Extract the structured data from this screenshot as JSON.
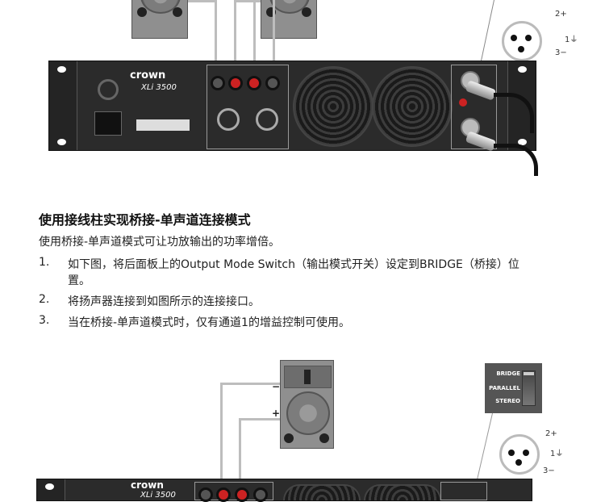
{
  "top_diagram": {
    "brand": "crown",
    "model": "XLi 3500",
    "xlr_pins": {
      "pin2": "2+",
      "pin1": "1⏚",
      "pin3": "3−"
    }
  },
  "section": {
    "title": "使用接线柱实现桥接-单声道连接模式",
    "intro": "使用桥接-单声道模式可让功放输出的功率增倍。",
    "steps": [
      {
        "num": "1.",
        "line1": "如下图，将后面板上的Output Mode Switch（输出模式开关）设定到BRIDGE（桥接）位",
        "line2": "置。"
      },
      {
        "num": "2.",
        "line1": "将扬声器连接到如图所示的连接接口。"
      },
      {
        "num": "3.",
        "line1": "当在桥接-单声道模式时，仅有通道1的增益控制可使用。"
      }
    ]
  },
  "bottom_diagram": {
    "speaker_minus": "−",
    "speaker_plus": "+",
    "switch": {
      "options": [
        "BRIDGE",
        "PARALLEL",
        "STEREO"
      ],
      "selected": "BRIDGE"
    },
    "xlr_pins": {
      "pin2": "2+",
      "pin1": "1⏚",
      "pin3": "3−"
    },
    "brand": "crown",
    "model": "XLi 3500"
  }
}
